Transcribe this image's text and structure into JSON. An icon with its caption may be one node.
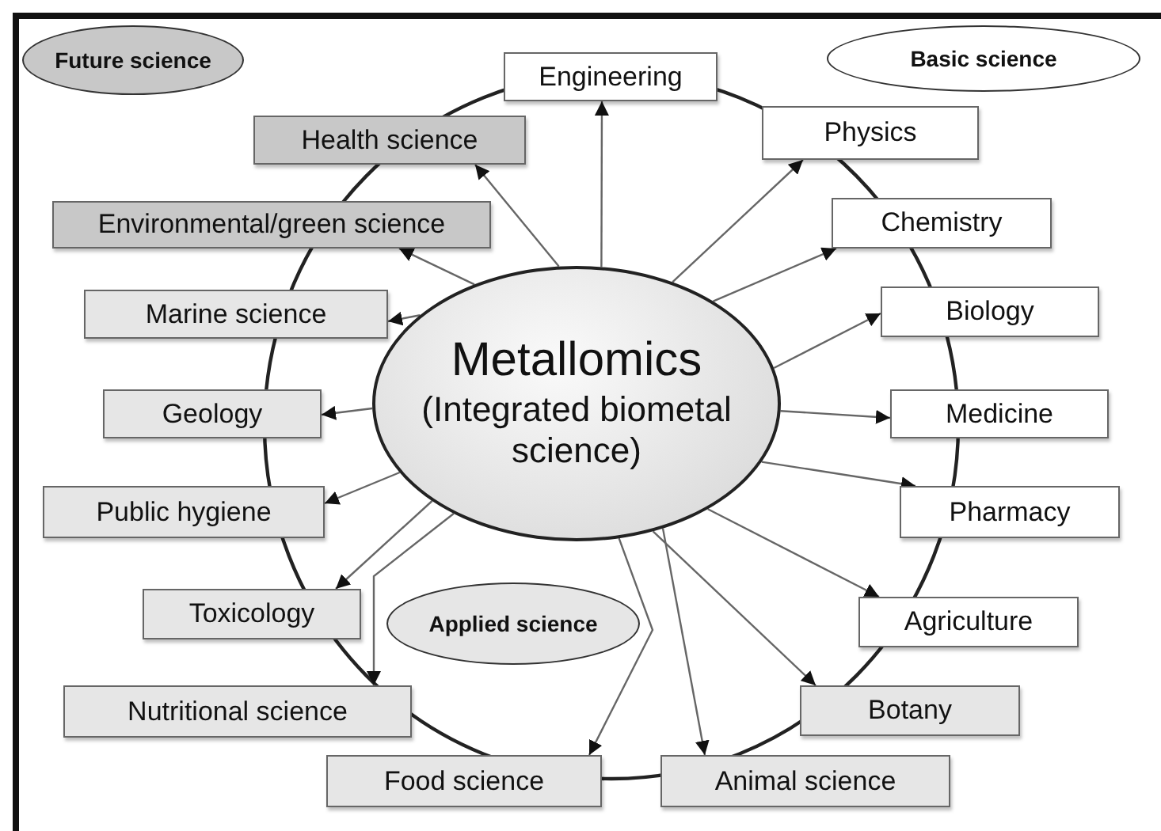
{
  "diagram": {
    "nodes": [
      {
        "text": [
          "Future science"
        ]
      },
      {
        "text": [
          "Engineering"
        ]
      },
      {
        "text": [
          "Basic science"
        ]
      },
      {
        "text": [
          "Health science"
        ]
      },
      {
        "text": [
          "Physics"
        ]
      },
      {
        "text": [
          "Environmental/green science"
        ]
      },
      {
        "text": [
          "Chemistry"
        ]
      },
      {
        "text": [
          "Marine science"
        ]
      },
      {
        "text": [
          "Biology"
        ]
      },
      {
        "text": [
          "Metallomics",
          "(Integrated biometal science)"
        ]
      },
      {
        "text": [
          "Geology"
        ]
      },
      {
        "text": [
          "Medicine"
        ]
      },
      {
        "text": [
          "Public hygiene"
        ]
      },
      {
        "text": [
          "Pharmacy"
        ]
      },
      {
        "text": [
          "Toxicology"
        ]
      },
      {
        "text": [
          "Applied science"
        ]
      },
      {
        "text": [
          "Agriculture"
        ]
      },
      {
        "text": [
          "Nutritional science"
        ]
      },
      {
        "text": [
          "Botany"
        ]
      },
      {
        "text": [
          "Food science"
        ]
      },
      {
        "text": [
          "Animal science"
        ]
      }
    ],
    "edges": [
      {
        "from": 9,
        "to": 1,
        "arrow": "to"
      },
      {
        "from": 9,
        "to": 4,
        "arrow": "to"
      },
      {
        "from": 9,
        "to": 6,
        "arrow": "to"
      },
      {
        "from": 9,
        "to": 8,
        "arrow": "to"
      },
      {
        "from": 9,
        "to": 11,
        "arrow": "to"
      },
      {
        "from": 9,
        "to": 13,
        "arrow": "to"
      },
      {
        "from": 9,
        "to": 16,
        "arrow": "to"
      },
      {
        "from": 9,
        "to": 18,
        "arrow": "to"
      },
      {
        "from": 9,
        "to": 20,
        "arrow": "to"
      },
      {
        "from": 9,
        "to": 19,
        "arrow": "to"
      },
      {
        "from": 9,
        "to": 17,
        "arrow": "to"
      },
      {
        "from": 9,
        "to": 14,
        "arrow": "to"
      },
      {
        "from": 9,
        "to": 12,
        "arrow": "to"
      },
      {
        "from": 9,
        "to": 10,
        "arrow": "to"
      },
      {
        "from": 9,
        "to": 7,
        "arrow": "to"
      },
      {
        "from": 9,
        "to": 5,
        "arrow": "to"
      },
      {
        "from": 9,
        "to": 3,
        "arrow": "to"
      }
    ]
  }
}
